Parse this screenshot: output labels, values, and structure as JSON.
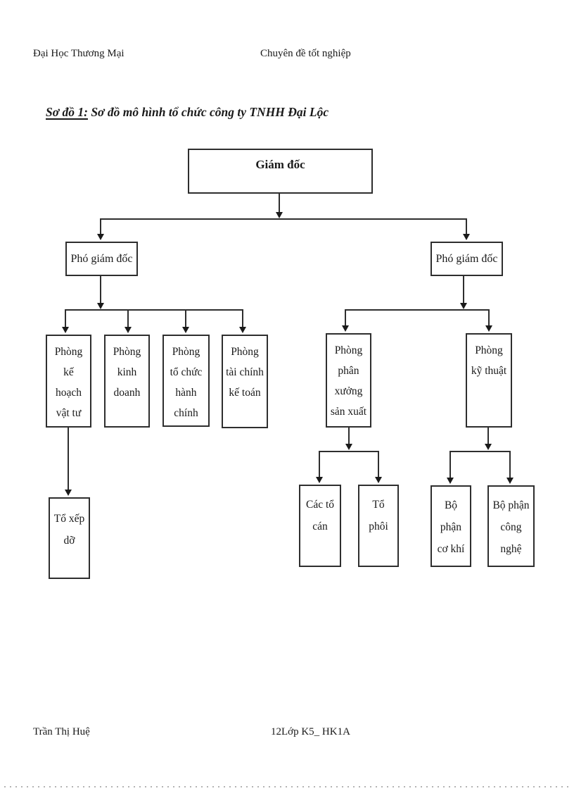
{
  "page": {
    "header_left": "Đại Học Thương Mại",
    "header_right": "Chuyên đề tốt nghiệp",
    "footer_left": "Trần Thị Huệ",
    "footer_right": "12Lớp K5_ HK1A"
  },
  "diagram": {
    "type": "org-chart",
    "caption_label": "Sơ đồ 1:",
    "caption_text": " Sơ đồ mô hình tổ chức công ty TNHH Đại Lộc",
    "nodes": {
      "giam_doc": {
        "label": "Giám đốc"
      },
      "pho_giam_doc_trai": {
        "label": "Phó giám đốc"
      },
      "pho_giam_doc_phai": {
        "label": "Phó giám đốc"
      },
      "phong_ke_hoach_vat_tu": {
        "label": "Phòng\nkế\nhoạch\nvật tư"
      },
      "phong_kinh_doanh": {
        "label": "Phòng\nkinh\ndoanh"
      },
      "phong_to_chuc_hanh_chinh": {
        "label": "Phòng\ntổ chức\nhành\nchính"
      },
      "phong_tai_chinh_ke_toan": {
        "label": "Phòng\ntài chính\nkế toán"
      },
      "phong_phan_xuong_san_xuat": {
        "label": "Phòng\nphân\nxưởng\nsản xuất"
      },
      "phong_ky_thuat": {
        "label": "Phòng\nkỹ thuật"
      },
      "to_xep_do": {
        "label": "Tổ xếp\ndỡ"
      },
      "cac_to_can": {
        "label": "Các tổ\ncán"
      },
      "to_phoi": {
        "label": "Tổ\nphôi"
      },
      "bo_phan_co_khi": {
        "label": "Bộ\nphận\ncơ khí"
      },
      "bo_phan_cong_nghe": {
        "label": "Bộ phận\ncông\nnghệ"
      }
    },
    "edges": [
      [
        "giam_doc",
        "pho_giam_doc_trai"
      ],
      [
        "giam_doc",
        "pho_giam_doc_phai"
      ],
      [
        "pho_giam_doc_trai",
        "phong_ke_hoach_vat_tu"
      ],
      [
        "pho_giam_doc_trai",
        "phong_kinh_doanh"
      ],
      [
        "pho_giam_doc_trai",
        "phong_to_chuc_hanh_chinh"
      ],
      [
        "pho_giam_doc_trai",
        "phong_tai_chinh_ke_toan"
      ],
      [
        "pho_giam_doc_phai",
        "phong_phan_xuong_san_xuat"
      ],
      [
        "pho_giam_doc_phai",
        "phong_ky_thuat"
      ],
      [
        "phong_ke_hoach_vat_tu",
        "to_xep_do"
      ],
      [
        "phong_phan_xuong_san_xuat",
        "cac_to_can"
      ],
      [
        "phong_phan_xuong_san_xuat",
        "to_phoi"
      ],
      [
        "phong_ky_thuat",
        "bo_phan_co_khi"
      ],
      [
        "phong_ky_thuat",
        "bo_phan_cong_nghe"
      ]
    ],
    "colors": {
      "line": "#2e2e2e",
      "text": "#1a1a1a",
      "background": "#ffffff"
    }
  }
}
